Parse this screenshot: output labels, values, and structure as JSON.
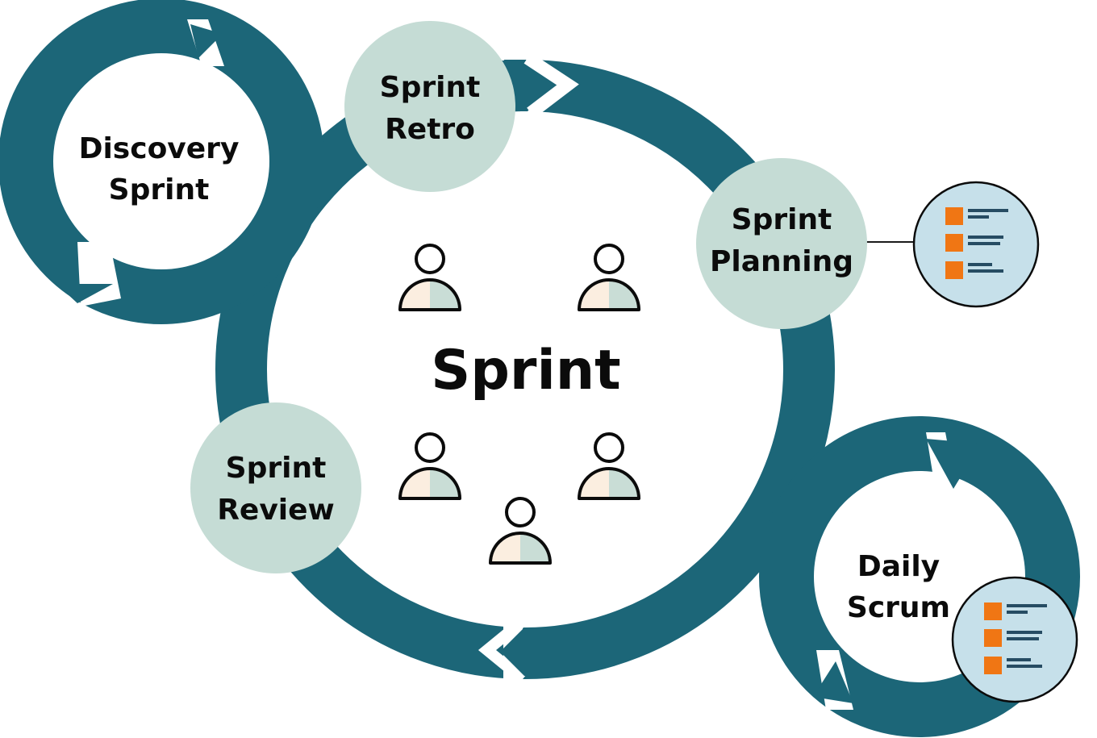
{
  "diagram": {
    "center_label": "Sprint",
    "events": [
      {
        "id": "discovery",
        "line1": "Discovery",
        "line2": "Sprint"
      },
      {
        "id": "retro",
        "line1": "Sprint",
        "line2": "Retro"
      },
      {
        "id": "planning",
        "line1": "Sprint",
        "line2": "Planning"
      },
      {
        "id": "review",
        "line1": "Sprint",
        "line2": "Review"
      },
      {
        "id": "daily",
        "line1": "Daily",
        "line2": "Scrum"
      }
    ],
    "team_members": 5,
    "icons": [
      "person-icon",
      "backlog-list-icon"
    ],
    "colors": {
      "ring": "#1c6678",
      "event_bubble": "#c5dcd5",
      "backlog_bubble": "#c6e0ea",
      "backlog_bullet": "#f07614",
      "backlog_line": "#264c63",
      "person_fill_left": "#fbeee0",
      "person_fill_right": "#c9ddd6"
    }
  }
}
